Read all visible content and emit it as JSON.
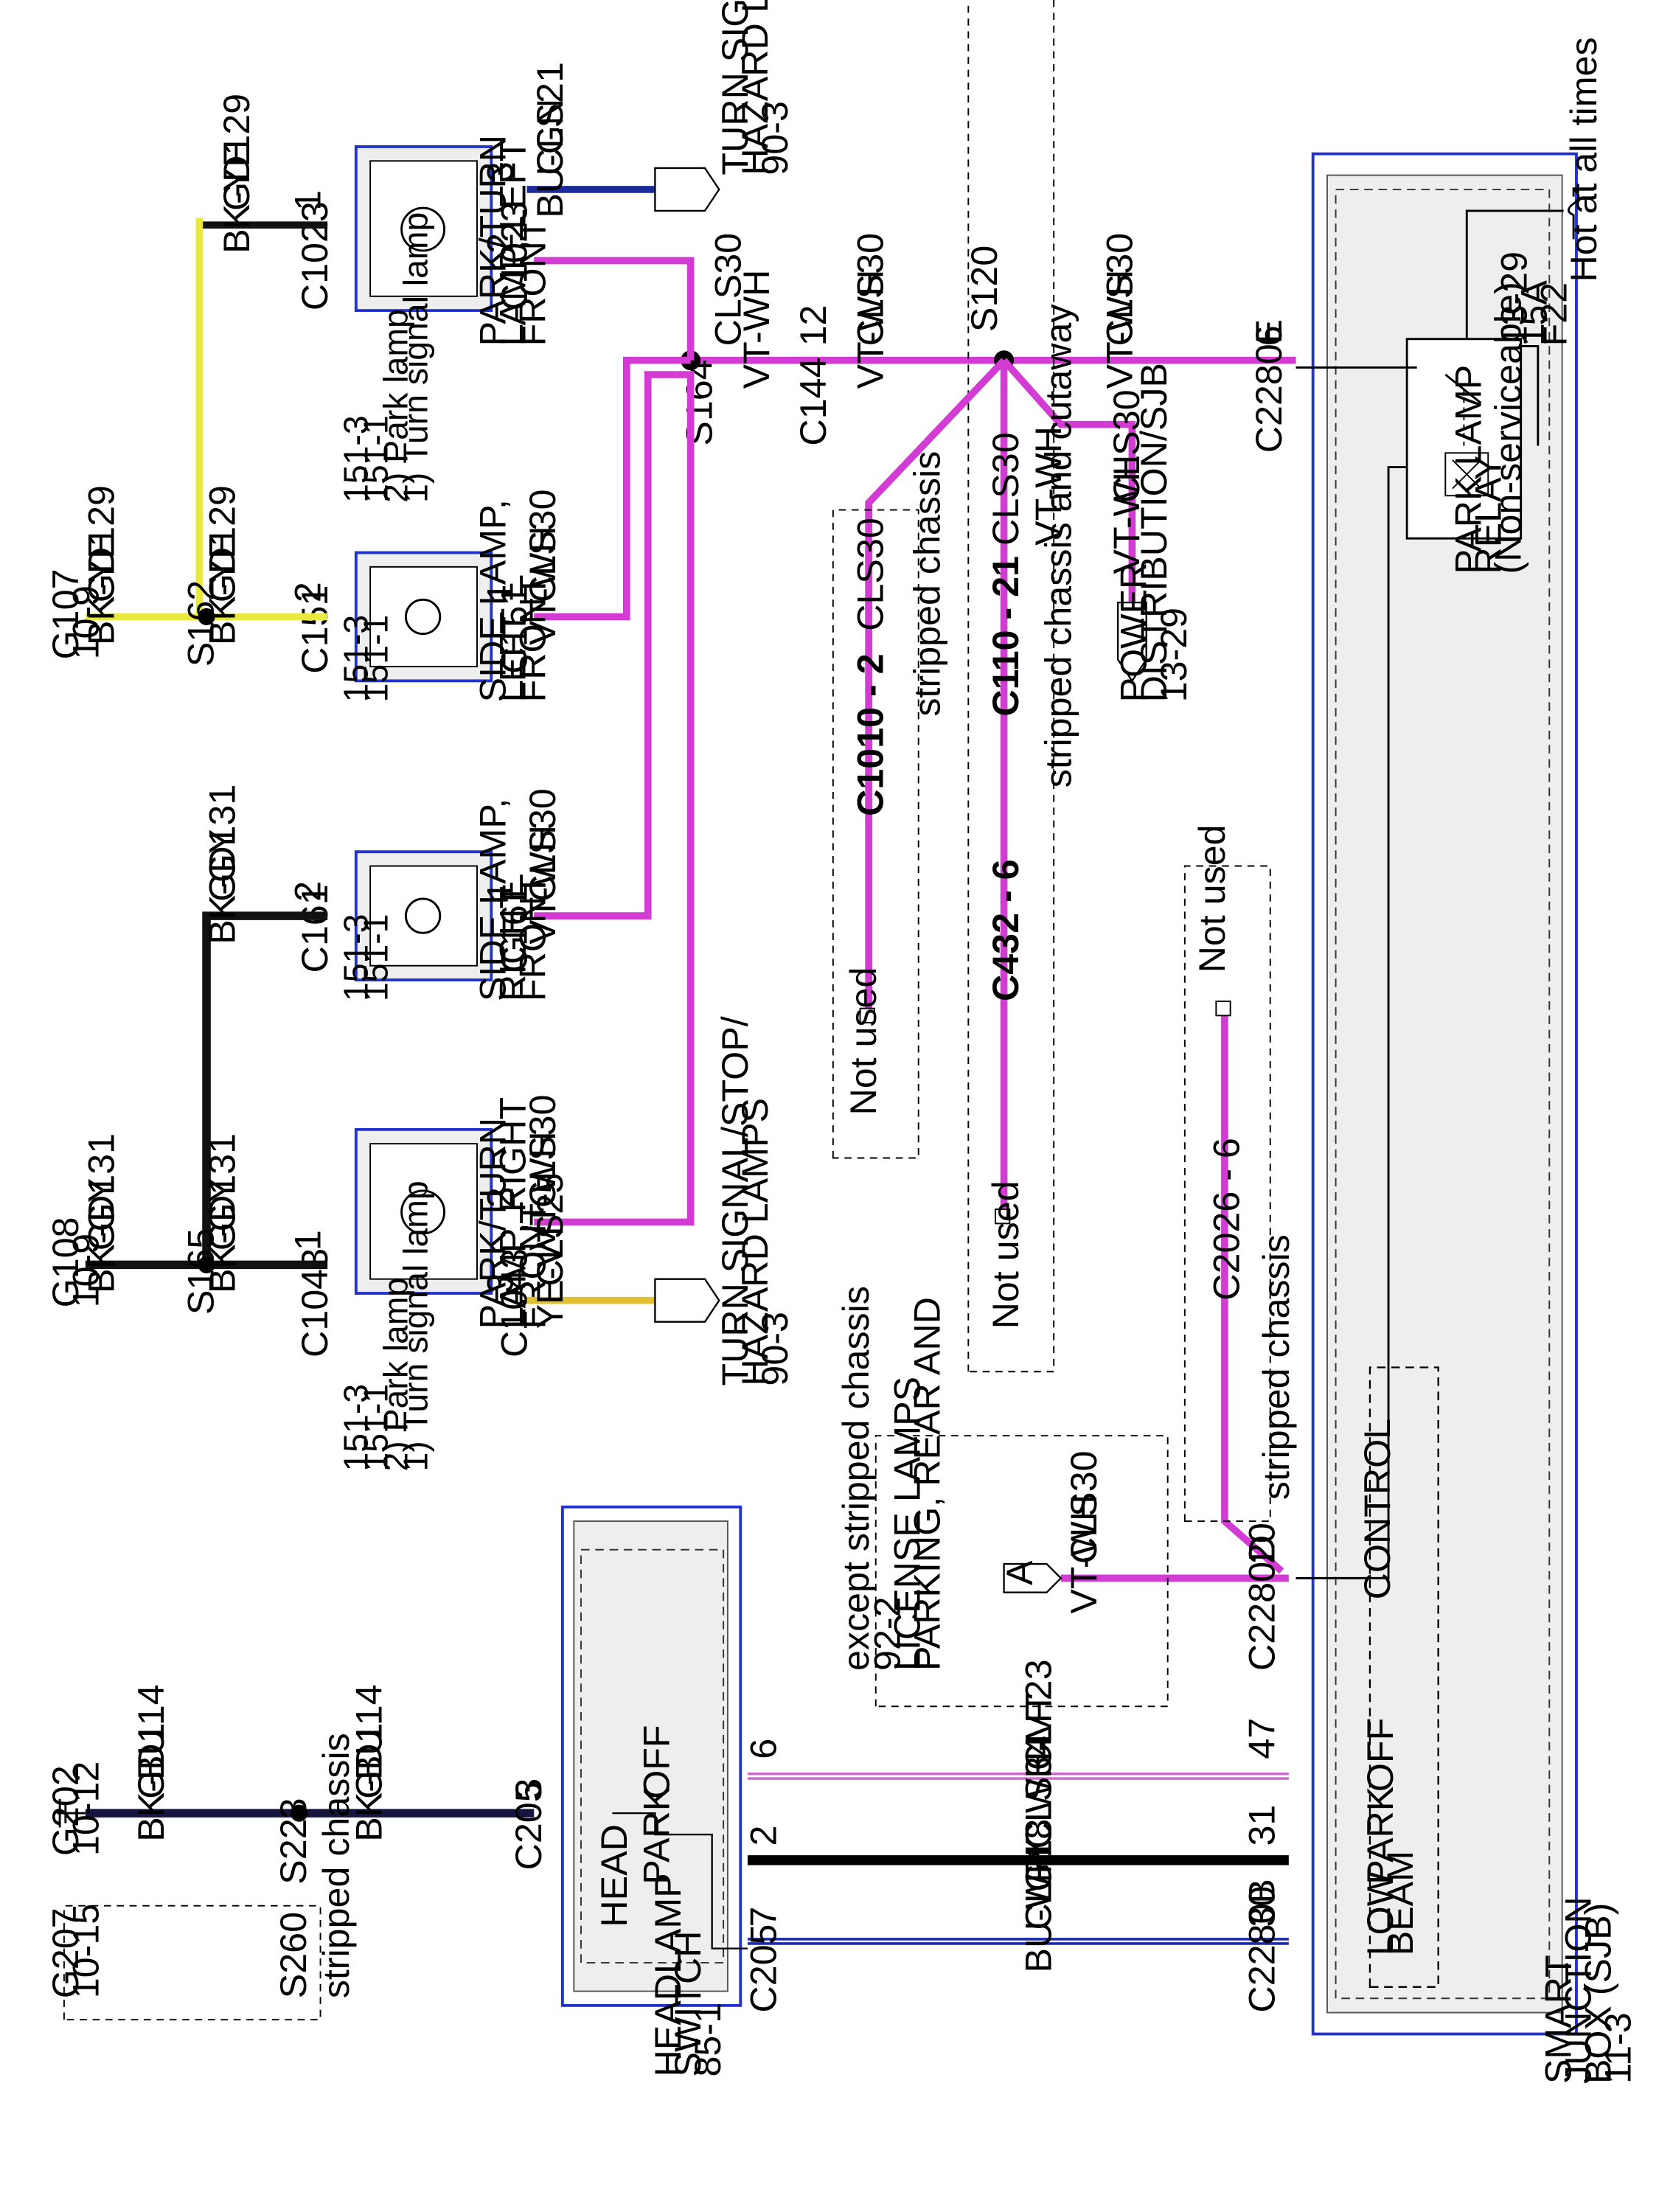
{
  "colors": {
    "vtwh": "#d23cd2",
    "blue_frame": "#2233cc",
    "box_fill": "#eeeeee",
    "bkye": "#e8e840",
    "bugn": "#1a2a9a",
    "yevt": "#e0c030",
    "whvt": "#cc66cc",
    "buwh": "#1a2ab0"
  },
  "icons": [
    "ground-icon",
    "connector-arrow-icon",
    "splice-dot-icon",
    "bulb-icon",
    "fuse-icon",
    "relay-coil-icon"
  ],
  "sjb": {
    "title": [
      "SMART",
      "JUNCTION",
      "BOX (SJB)",
      "11-3"
    ],
    "hot_at_all_times": "Hot at all times",
    "fuse": [
      "F22",
      "15A",
      "13-29"
    ],
    "relay": [
      "PARK LAMP",
      "RELAY",
      "(Non-serviceable)"
    ],
    "control": "CONTROL",
    "off": "OFF",
    "park": "PARK",
    "low_beam": [
      "LOW",
      "BEAM"
    ]
  },
  "connectors": {
    "c2280e": "C2280E",
    "c2280d": "C2280D",
    "c2280b": "C2280B",
    "pin_6": "6",
    "pin_20": "20",
    "pin_47": "47",
    "pin_31": "31",
    "pin_30": "30",
    "c144": "C144",
    "pin_12": "12",
    "s120": "S120",
    "s164": "S164",
    "c1023": "C1023",
    "c151": "C151",
    "c161": "C161",
    "c1043": "C1043",
    "c205": "C205",
    "c110_21": "C110 - 21",
    "c432_6": "C432 - 6",
    "c1010_2": "C1010 - 2",
    "c2026_6": "C2026 - 6"
  },
  "wires": {
    "cls30": "CLS30",
    "vtwh": "VT-WH",
    "cls21": "CLS21",
    "bugn": "BU-GN",
    "cls25": "CLS25",
    "yevt": "YE-VT",
    "gd129": "GD129",
    "bkye": "BK-YE",
    "gd131": "GD131",
    "bkgy": "BK-GY",
    "gd114": "GD114",
    "bkbu": "BK-BU",
    "clf23": "CLF23",
    "whvt": "WH-VT",
    "cls34": "CLS34",
    "gy": "GY",
    "clf18": "CLF18",
    "buwh": "BU-WH"
  },
  "pins": {
    "p1": "1",
    "p2": "2",
    "p3": "3",
    "p6": "6",
    "p7": "7"
  },
  "splices": {
    "s162": "S162",
    "s165": "S165",
    "s223": "S223",
    "s260": "S260"
  },
  "grounds": {
    "g107": [
      "G107",
      "10-9"
    ],
    "g108": [
      "G108",
      "10-9"
    ],
    "g202": [
      "G202",
      "10-12"
    ],
    "g207": [
      "G207",
      "10-15"
    ]
  },
  "components": {
    "park_turn_left": [
      "PARK/TURN",
      "LAMP, LEFT",
      "FRONT",
      "1) Turn signal lamp",
      "2) Park lamp",
      "151-1",
      "151-3"
    ],
    "side_left": [
      "SIDE LAMP,",
      "LEFT",
      "FRONT",
      "151-1",
      "151-3"
    ],
    "side_right": [
      "SIDE LAMP,",
      "RIGHT",
      "FRONT",
      "151-1",
      "151-3"
    ],
    "park_turn_right": [
      "PARK/TURN",
      "LAMP, RIGHT",
      "FRONT",
      "1) Turn signal lamp",
      "2) Park lamp",
      "151-1",
      "151-3"
    ],
    "turn_hazard_top": [
      "TURN SIGNAL/STOP/",
      "HAZARD LAMPS",
      "90-3"
    ],
    "turn_hazard_bottom": [
      "TURN SIGNAL/STOP/",
      "HAZARD LAMPS",
      "90-3"
    ],
    "power_dist": [
      "POWER",
      "DISTRIBUTION/SJB",
      "13-29"
    ],
    "parking_rear": [
      "PARKING, REAR AND",
      "LICENSE LAMPS",
      "92-2",
      "except stripped chassis"
    ],
    "headlamp_switch": [
      "HEADLAMP",
      "SWITCH",
      "85-1"
    ],
    "switch_off": "OFF",
    "switch_park": "PARK",
    "switch_head": "HEAD",
    "offpage_a": "A"
  },
  "notes": {
    "stripped_chassis": "stripped chassis",
    "stripped_cutaway": "stripped chassis and cutaway",
    "not_used": "Not used"
  }
}
